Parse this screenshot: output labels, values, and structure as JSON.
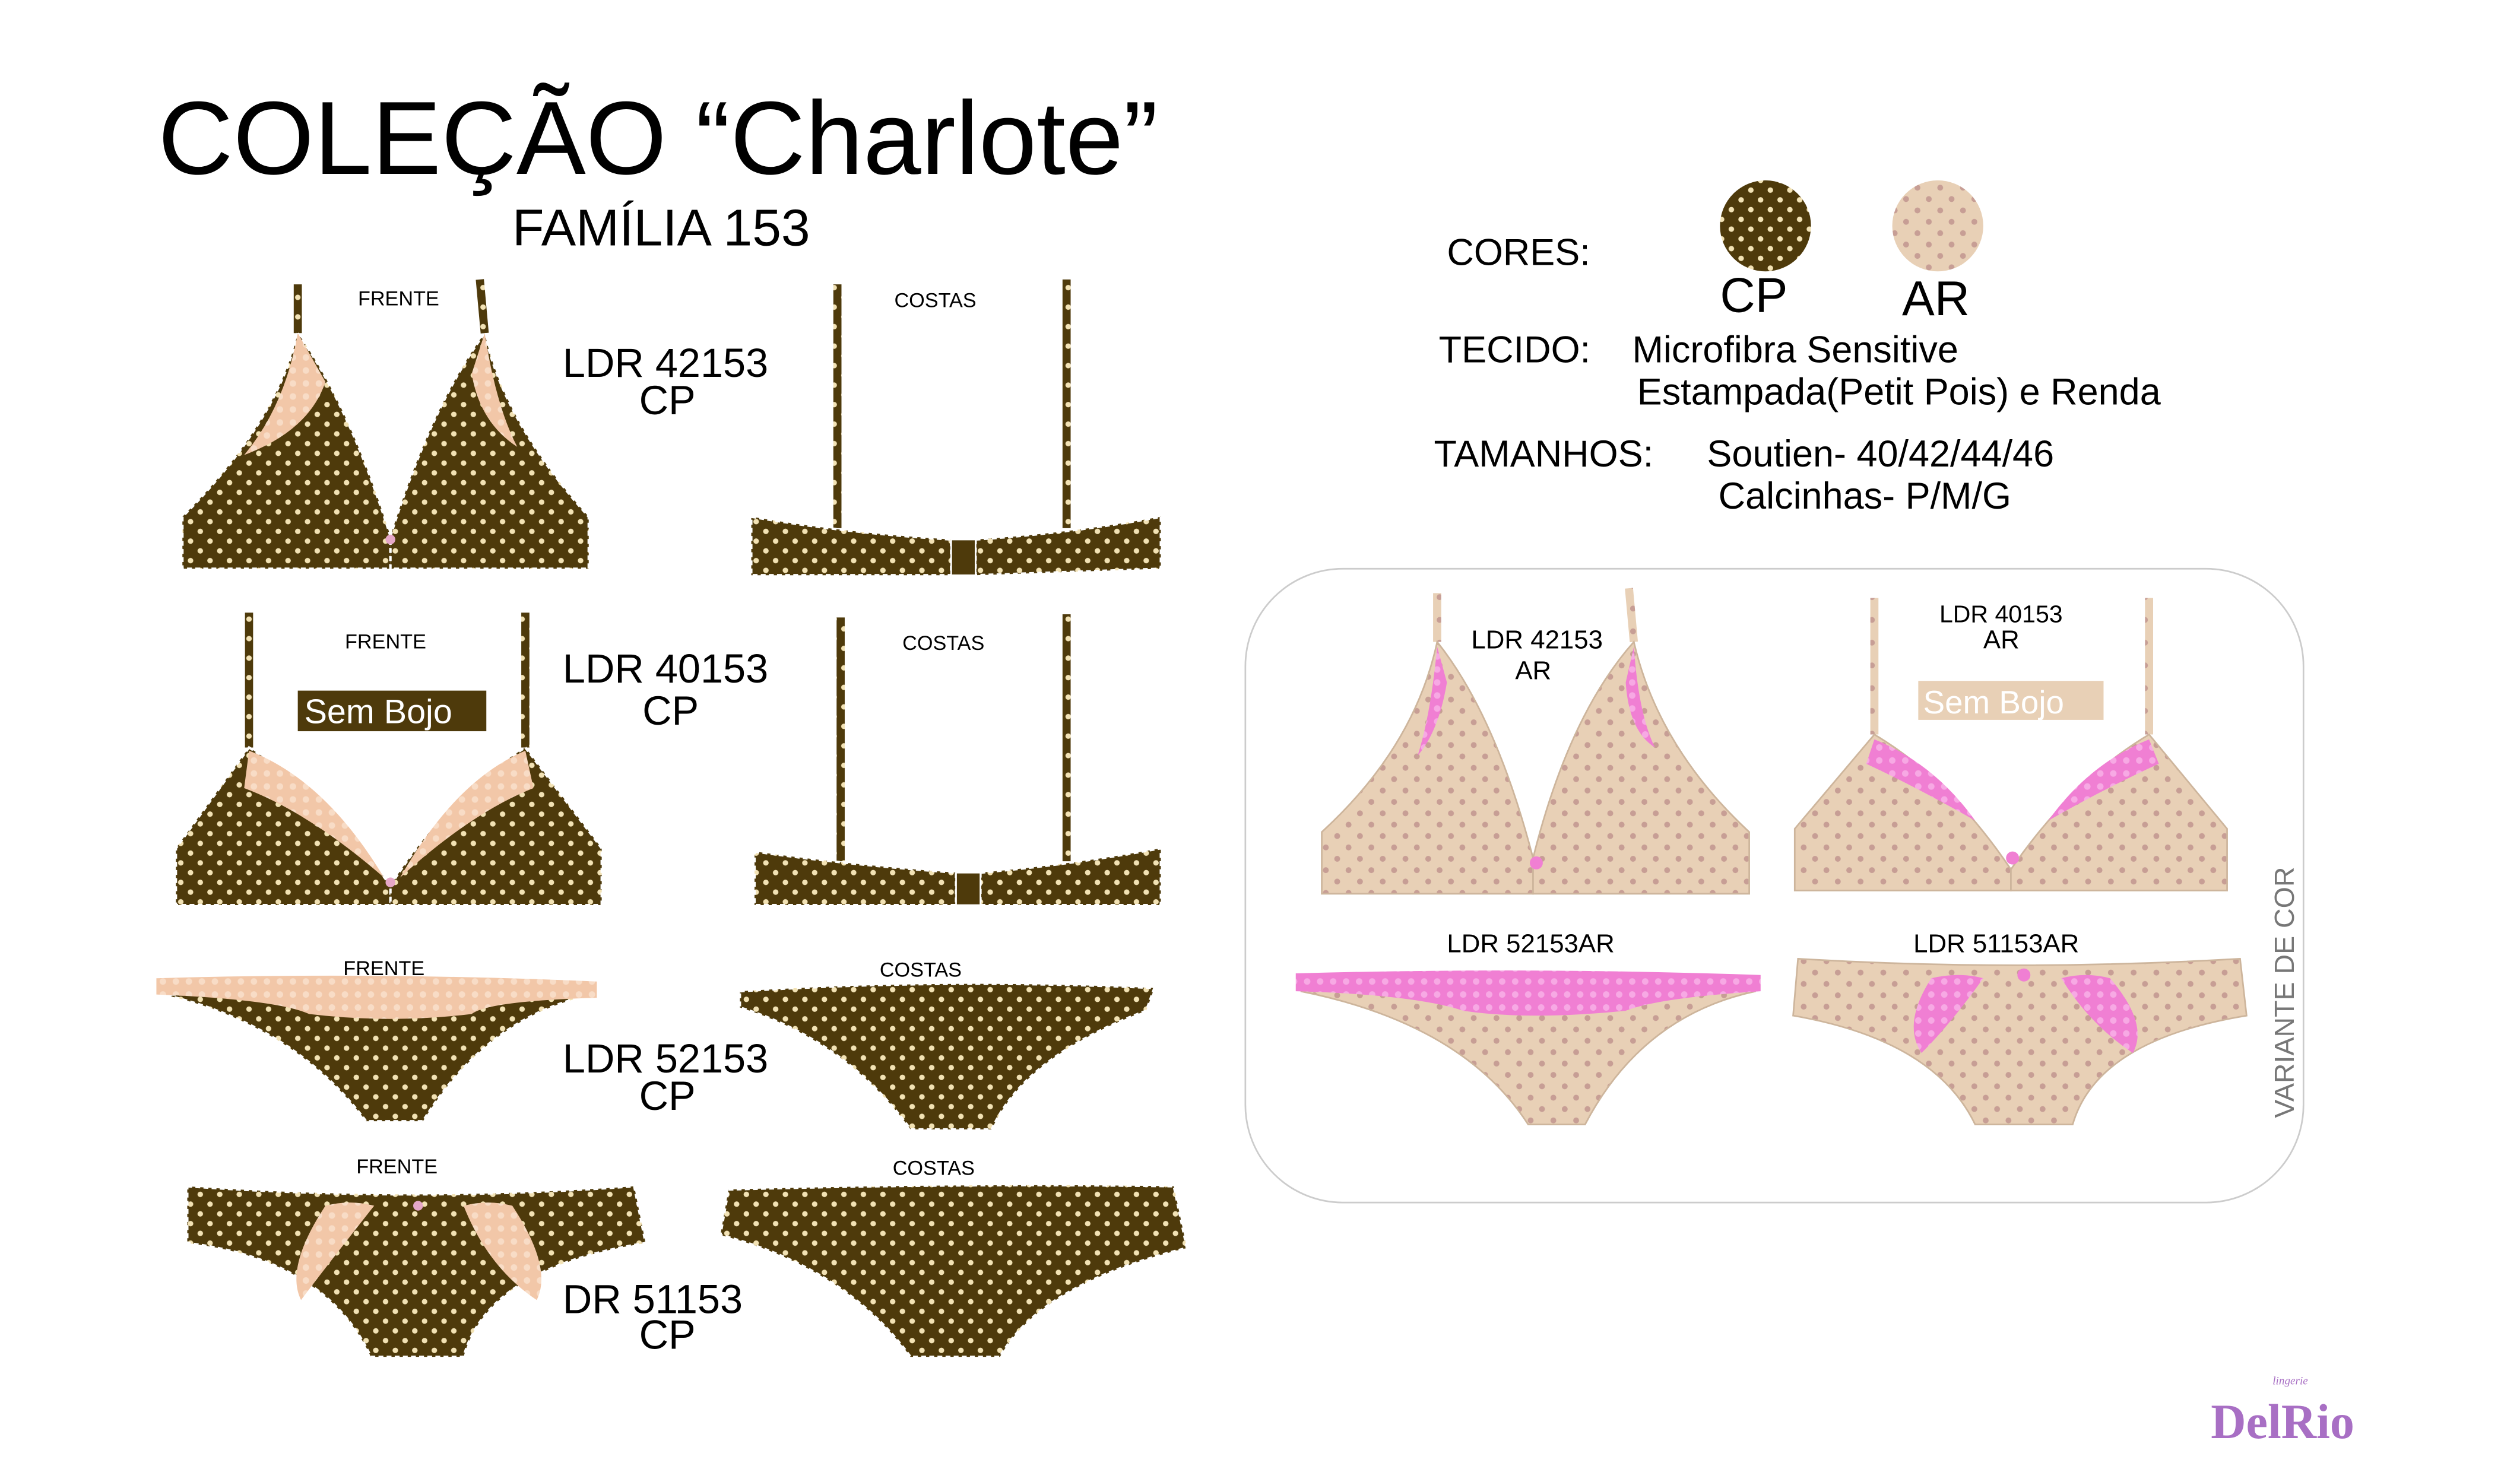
{
  "title": "COLEÇÃO “Charlote”",
  "subtitle": "FAMÍLIA 153",
  "colors_label": "CORES:",
  "colors": [
    {
      "code": "CP",
      "base": "#4e3a0b",
      "dot": "#f2e2b4"
    },
    {
      "code": "AR",
      "base": "#e8d0b6",
      "dot": "#c79e95"
    }
  ],
  "fabric": {
    "label": "TECIDO:",
    "line1": "Microfibra Sensitive",
    "line2": "Estampada(Petit Pois) e Renda"
  },
  "sizes": {
    "label": "TAMANHOS:",
    "line1": "Soutien- 40/42/44/46",
    "line2": "Calcinhas- P/M/G"
  },
  "cp_models": [
    {
      "code": "LDR 42153",
      "color": "CP",
      "front_label": "FRENTE",
      "back_label": "COSTAS"
    },
    {
      "code": "LDR 40153",
      "color": "CP",
      "front_label": "FRENTE",
      "back_label": "COSTAS",
      "badge": "Sem Bojo"
    },
    {
      "code": "LDR 52153",
      "color": "CP",
      "front_label": "FRENTE",
      "back_label": "COSTAS"
    },
    {
      "code": "DR 51153",
      "color": "CP",
      "front_label": "FRENTE",
      "back_label": "COSTAS"
    }
  ],
  "variant": {
    "title": "VARIANTE DE COR",
    "models": [
      {
        "code": "LDR 42153",
        "color": "AR"
      },
      {
        "code": "LDR 40153",
        "color": "AR",
        "badge": "Sem Bojo"
      },
      {
        "code": "LDR 52153AR"
      },
      {
        "code": "LDR 51153AR"
      }
    ]
  },
  "brand": {
    "name": "DelRio",
    "tagline": "lingerie",
    "color": "#a86fc4"
  }
}
